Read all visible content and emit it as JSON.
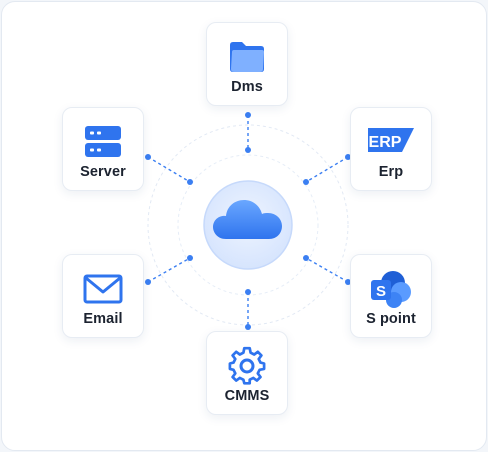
{
  "colors": {
    "accent": "#3b7ff2",
    "line": "#3b7ff2",
    "card_border": "#e7ecf3",
    "hub_fill": "#dbe8ff"
  },
  "hub": {
    "icon": "cloud-icon"
  },
  "nodes": [
    {
      "id": "dms",
      "label": "Dms",
      "icon": "folder-icon"
    },
    {
      "id": "server",
      "label": "Server",
      "icon": "server-icon"
    },
    {
      "id": "erp",
      "label": "Erp",
      "icon": "erp-logo-icon",
      "icon_text": "ERP"
    },
    {
      "id": "email",
      "label": "Email",
      "icon": "email-icon"
    },
    {
      "id": "spoint",
      "label": "S point",
      "icon": "sharepoint-icon",
      "icon_text": "S"
    },
    {
      "id": "cmms",
      "label": "CMMS",
      "icon": "gear-icon"
    }
  ]
}
